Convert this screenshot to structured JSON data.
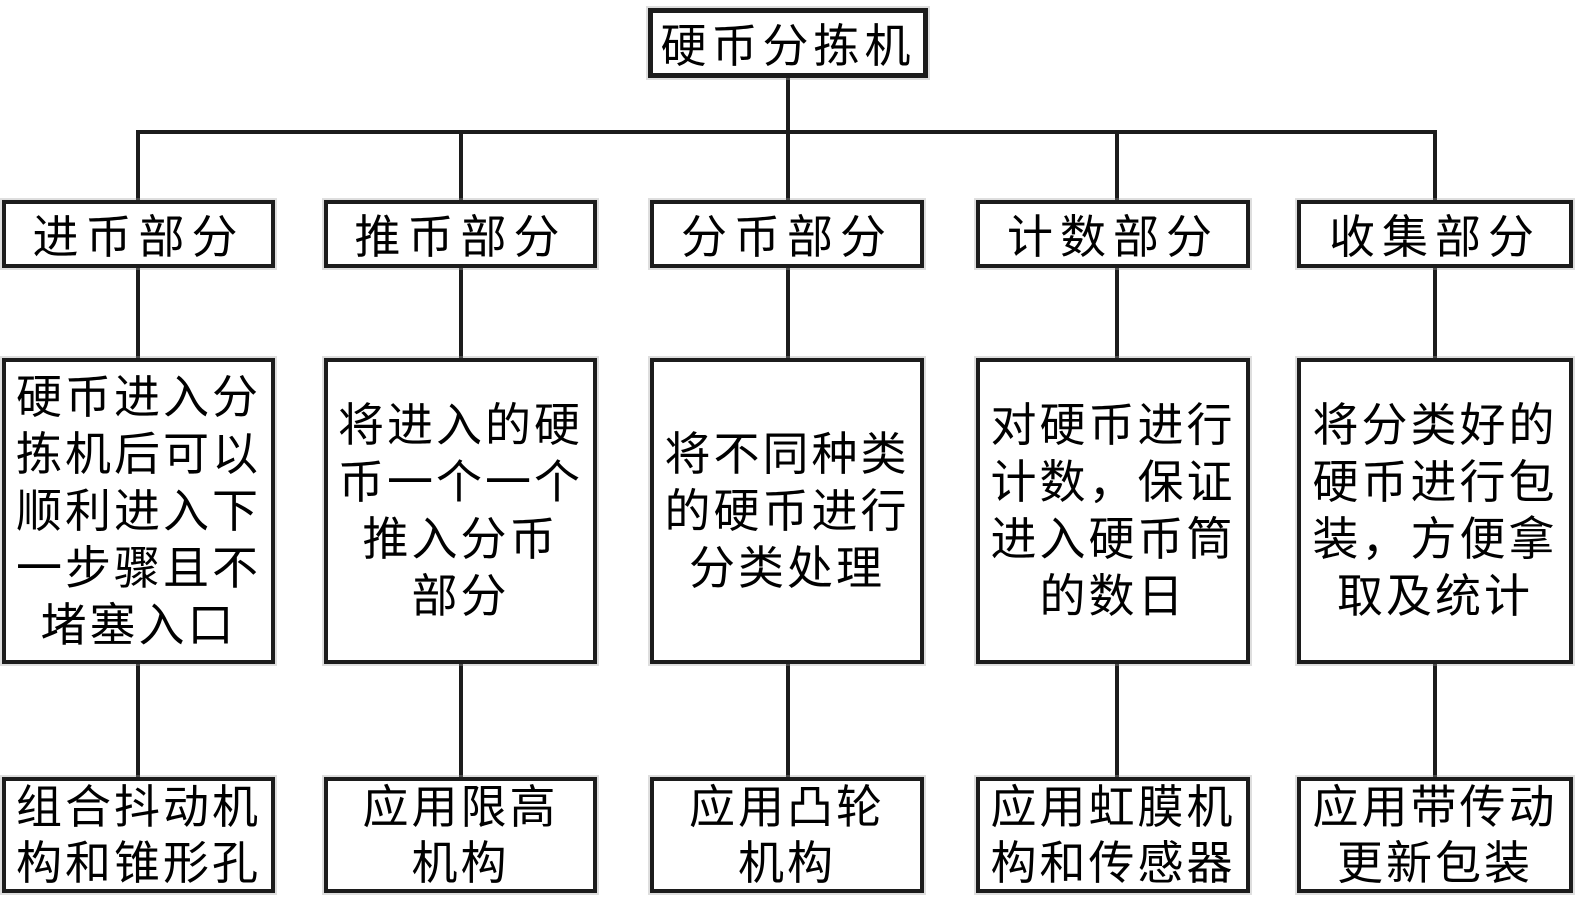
{
  "root": {
    "label": "硬币分拣机"
  },
  "columns": [
    {
      "branch": "进币部分",
      "description": "硬币进入分\n拣机后可以\n顺利进入下\n一步骤且不\n堵塞入口",
      "method": "组合抖动机\n构和锥形孔"
    },
    {
      "branch": "推币部分",
      "description": "将进入的硬\n币一个一个\n推入分币\n部分",
      "method": "应用限高\n机构"
    },
    {
      "branch": "分币部分",
      "description": "将不同种类\n的硬币进行\n分类处理",
      "method": "应用凸轮\n机构"
    },
    {
      "branch": "计数部分",
      "description": "对硬币进行\n计数，保证\n进入硬币筒\n的数日",
      "method": "应用虹膜机\n构和传感器"
    },
    {
      "branch": "收集部分",
      "description": "将分类好的\n硬币进行包\n装，方便拿\n取及统计",
      "method": "应用带传动\n更新包装"
    }
  ],
  "colors": {
    "line": "#1c1c1c",
    "box_border": "#1c1c1c",
    "box_fill": "#ffffff",
    "text": "#000000",
    "background": "#ffffff"
  }
}
